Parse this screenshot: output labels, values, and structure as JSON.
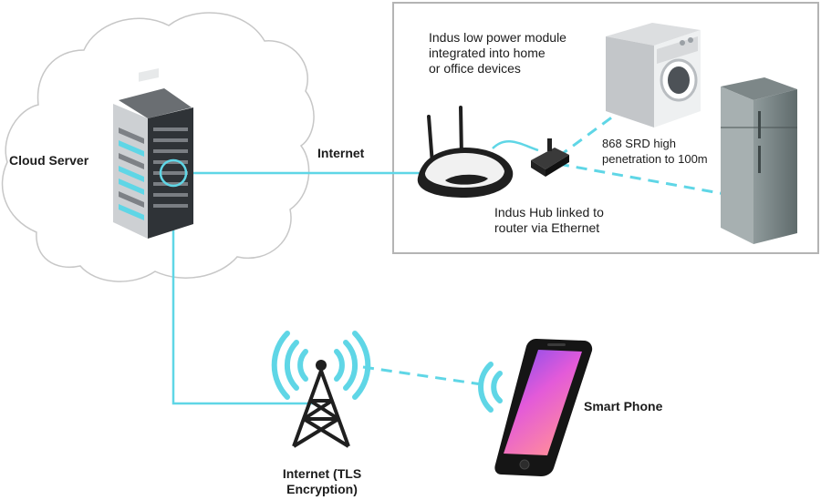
{
  "labels": {
    "cloud_server": "Cloud Server",
    "internet": "Internet",
    "module_line1": "Indus low power module",
    "module_line2": "integrated into home",
    "module_line3": "or office devices",
    "srd_line1": "868 SRD high",
    "srd_line2": "penetration to 100m",
    "hub_line1": "Indus Hub linked to",
    "hub_line2": "router via Ethernet",
    "smart_phone": "Smart Phone",
    "tower_line1": "Internet (TLS",
    "tower_line2": "Encryption)"
  },
  "colors": {
    "link": "#5fd6e6",
    "frame": "#b4b4b4",
    "cloud_outline": "#c7c7c7",
    "text": "#1c1c1c"
  },
  "icons": [
    "cloud-icon",
    "server-rack-icon",
    "router-icon",
    "hub-icon",
    "washing-machine-icon",
    "refrigerator-icon",
    "radio-tower-icon",
    "smartphone-icon",
    "wireless-signal-icon"
  ]
}
